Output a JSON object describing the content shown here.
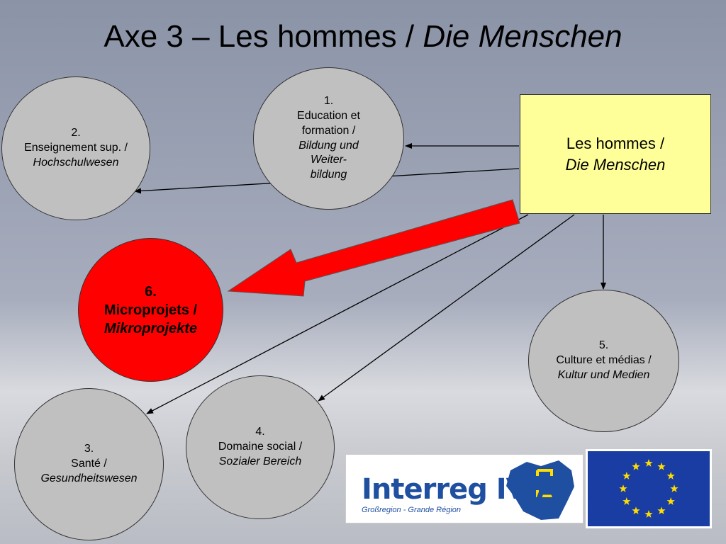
{
  "title": {
    "main": "Axe 3 – Les hommes / ",
    "italic": "Die Menschen"
  },
  "center": {
    "fr": "Les hommes /",
    "de": "Die Menschen"
  },
  "nodes": {
    "n1": {
      "num": "1.",
      "fr1": "Education et",
      "fr2": "formation /",
      "de1": "Bildung und",
      "de2": "Weiter-",
      "de3": "bildung"
    },
    "n2": {
      "num": "2.",
      "fr": "Enseignement sup. /",
      "de": "Hochschulwesen"
    },
    "n3": {
      "num": "3.",
      "fr": "Santé /",
      "de": "Gesundheitswesen"
    },
    "n4": {
      "num": "4.",
      "fr": "Domaine social /",
      "de": "Sozialer Bereich"
    },
    "n5": {
      "num": "5.",
      "fr": "Culture et médias /",
      "de": "Kultur und Medien"
    },
    "n6": {
      "num": "6.",
      "fr": "Microprojets /",
      "de": "Mikroprojekte"
    }
  },
  "logos": {
    "interreg": {
      "word": "Interreg IV-A",
      "sub": "Großregion - Grande Région"
    },
    "eu": {
      "icon": "eu-flag-icon"
    }
  },
  "colors": {
    "highlight": "#ff0000",
    "box": "#ffff99",
    "circle": "#c0c0c0",
    "eu_blue": "#1a3da3",
    "eu_star": "#ffdd00"
  }
}
